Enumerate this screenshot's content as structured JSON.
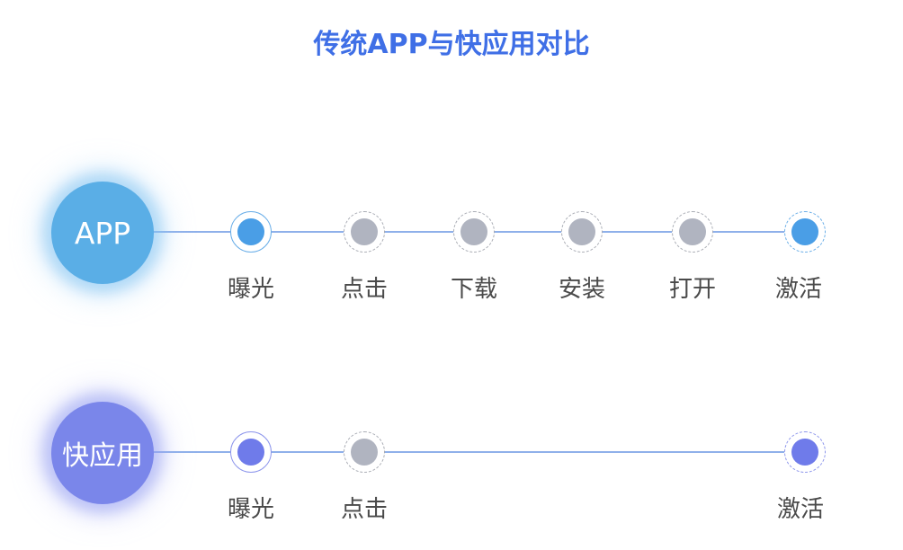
{
  "title": "传统APP与快应用对比",
  "app_flow": {
    "badge": "APP",
    "steps": [
      {
        "label": "曝光",
        "state": "active"
      },
      {
        "label": "点击",
        "state": "pending"
      },
      {
        "label": "下载",
        "state": "pending"
      },
      {
        "label": "安装",
        "state": "pending"
      },
      {
        "label": "打开",
        "state": "pending"
      },
      {
        "label": "激活",
        "state": "end"
      }
    ]
  },
  "quick_app_flow": {
    "badge": "快应用",
    "steps": [
      {
        "label": "曝光",
        "state": "active"
      },
      {
        "label": "点击",
        "state": "pending"
      },
      {
        "label": "激活",
        "state": "end"
      }
    ]
  },
  "colors": {
    "title": "#3f6fe6",
    "app_accent": "#4a9ee6",
    "quick_accent": "#6f7bea",
    "pending": "#b0b4c0",
    "connector": "#8fb0ea"
  }
}
